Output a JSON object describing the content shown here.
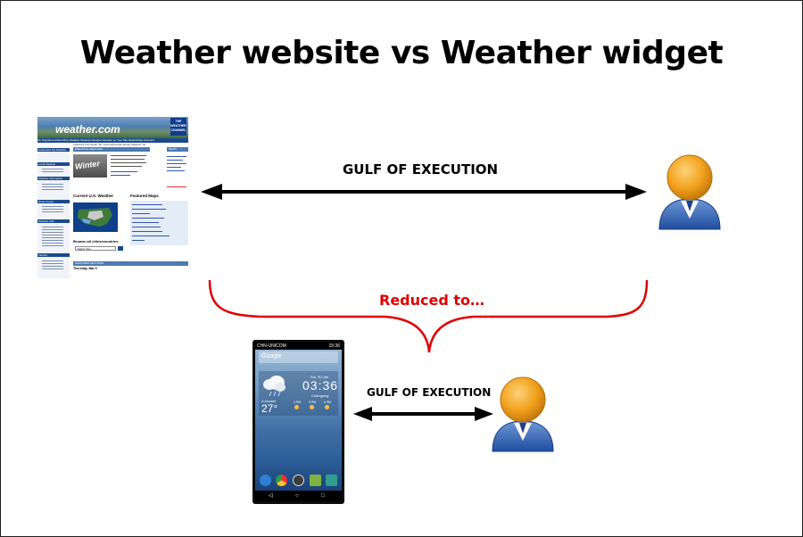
{
  "title": "Weather website vs Weather widget",
  "labels": {
    "gulf_website": "GULF OF EXECUTION",
    "reduced": "Reduced to…",
    "gulf_widget": "GULF OF EXECUTION"
  },
  "colors": {
    "arrow": "#000000",
    "brace": "#e00000",
    "reduced_text": "#e00000"
  },
  "website": {
    "logo": "weather.com",
    "channel_badge": "THE WEATHER CHANNEL",
    "nav": "On Daypartss  Attract  More Weather  Wireless Weather  Weather on Your Site  Radio/Video Forecast",
    "subnav": "Featured This Week:  Mr. Groundhog Day  Winter Weather Tip",
    "sidebar_sections": [
      "Customize My Weather",
      "Local Weather",
      "Weather Information",
      "News Center",
      "Weather and...",
      "Interact"
    ],
    "breaking": "BREAKING WEATHER",
    "news": "NEWS",
    "winter_image": "Winter",
    "current": "Current U.S. Weather",
    "featured": "Featured Maps",
    "browse": "Browse all cities/countries",
    "select": "Select One",
    "featured_sections": "FEATURED SECTIONS",
    "date": "Thursday, Mar 9"
  },
  "phone": {
    "carrier": "CHN-UNICOM",
    "status_time": "15:36",
    "search": "Google",
    "widget_time": "03:36",
    "widget_date": "Thu, 30 Jan",
    "widget_city": "Changping",
    "condition": "A shower",
    "temp": "27°",
    "hours": [
      "4 PM",
      "5 PM",
      "6 PM"
    ]
  },
  "icons": {
    "user_top": "user-avatar-icon",
    "user_bottom": "user-avatar-icon"
  }
}
